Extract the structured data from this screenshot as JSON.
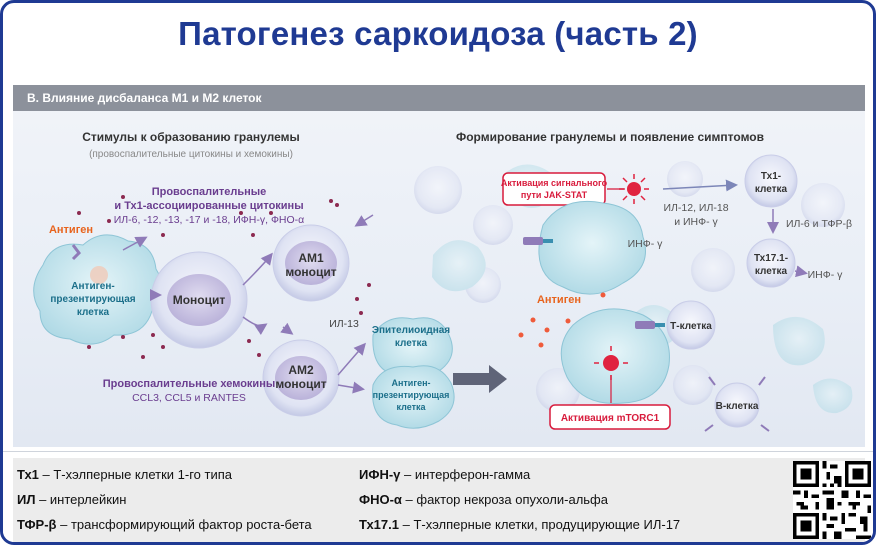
{
  "title": "Патогенез саркоидоза (часть 2)",
  "panel_header": "В. Влияние дисбаланса М1 и М2 клеток",
  "left": {
    "heading": "Стимулы к образованию гранулемы",
    "subheading": "(провоспалительные цитокины и хемокины)",
    "cytokines_title_1": "Провоспалительные",
    "cytokines_title_2": "и Тх1-ассоциированные цитокины",
    "cytokines_list": "ИЛ-6, -12, -13, -17 и -18, ИФН-γ, ФНО-α",
    "antigen": "Антиген",
    "apc_1": "Антиген-",
    "apc_2": "презентирующая",
    "apc_3": "клетка",
    "monocyte": "Моноцит",
    "am1_1": "АМ1",
    "am1_2": "моноцит",
    "am2_1": "АМ2",
    "am2_2": "моноцит",
    "il13": "ИЛ-13",
    "epithelioid_1": "Эпителиоидная",
    "epithelioid_2": "клетка",
    "apc2_1": "Антиген-",
    "apc2_2": "презентирующая",
    "apc2_3": "клетка",
    "chemokines_title": "Провоспалительные хемокины",
    "chemokines_list": "CCL3, CCL5 и RANTES"
  },
  "right": {
    "heading": "Формирование гранулемы и появление симптомов",
    "jak_1": "Активация сигнального",
    "jak_2": "пути JAK-STAT",
    "ifn_g": "ИНФ- γ",
    "il12_1": "ИЛ-12, ИЛ-18",
    "il12_2": "и  ИНФ- γ",
    "th1_1": "Тх1-",
    "th1_2": "клетка",
    "il6_tgf": "ИЛ-6 и ТФР-β",
    "th17_1": "Тх17.1-",
    "th17_2": "клетка",
    "ifn_g2": "ИНФ- γ",
    "antigen": "Антиген",
    "t_cell": "Т-клетка",
    "b_cell": "В-клетка",
    "mtorc": "Активация mTORC1"
  },
  "legend": [
    {
      "key": "Тх1",
      "text": " – Т-хэлперные клетки 1-го типа"
    },
    {
      "key": "ИЛ",
      "text": " – интерлейкин"
    },
    {
      "key": "ТФР-β",
      "text": " – трансформирующий фактор роста-бета"
    },
    {
      "key": "ИФН-γ",
      "text": " – интерферон-гамма"
    },
    {
      "key": "ФНО-α",
      "text": " – фактор некроза опухоли-альфа"
    },
    {
      "key": "Тх17.1",
      "text": " – Т-хэлперные клетки, продуцирующие ИЛ-17"
    }
  ],
  "colors": {
    "title": "#1f3a93",
    "purple_text": "#6a3d8f",
    "orange_antigen": "#e8641e",
    "teal_label": "#1b6f8a",
    "red_box": "#d81b3c"
  }
}
